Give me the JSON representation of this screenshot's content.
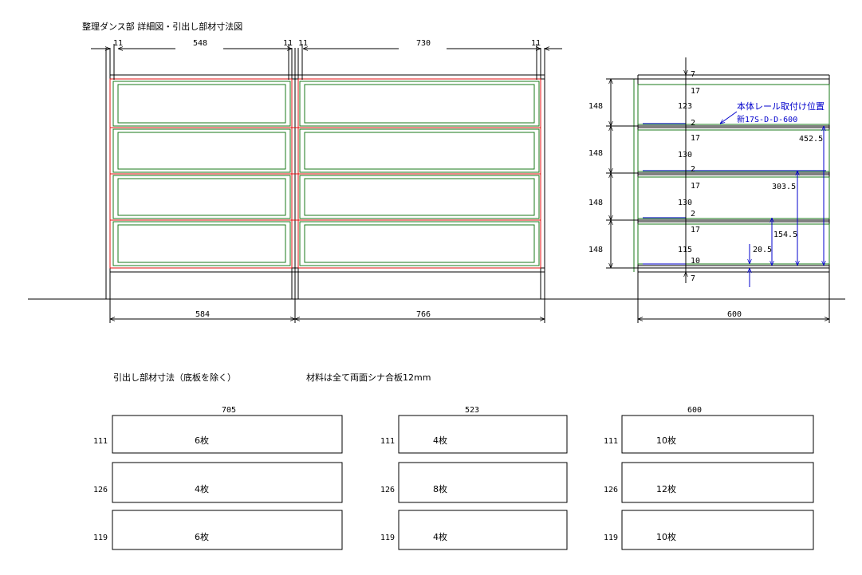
{
  "title": "整理ダンス部 詳細図・引出し部材寸法図",
  "front": {
    "top_dims": [
      "11",
      "548",
      "11",
      "11",
      "730",
      "11"
    ],
    "bottom_dims": [
      "584",
      "766"
    ]
  },
  "side": {
    "left_dims": [
      "148",
      "148",
      "148",
      "148"
    ],
    "center_dims": [
      "7",
      "17",
      "123",
      "2",
      "17",
      "130",
      "2",
      "17",
      "130",
      "2",
      "17",
      "115",
      "10",
      "7"
    ],
    "rail_note_line1": "本体レール取付け位置",
    "rail_note_line2": "新17S-D-D-600",
    "rail_heights": [
      "452.5",
      "303.5",
      "154.5",
      "20.5"
    ],
    "width_dim": "600"
  },
  "parts": {
    "heading": "引出し部材寸法（底板を除く）",
    "material": "材料は全て両面シナ合板12mm",
    "groups": [
      {
        "width": "705",
        "rows": [
          {
            "height": "111",
            "count": "6枚"
          },
          {
            "height": "126",
            "count": "4枚"
          },
          {
            "height": "119",
            "count": "6枚"
          }
        ]
      },
      {
        "width": "523",
        "rows": [
          {
            "height": "111",
            "count": "4枚"
          },
          {
            "height": "126",
            "count": "8枚"
          },
          {
            "height": "119",
            "count": "4枚"
          }
        ]
      },
      {
        "width": "600",
        "rows": [
          {
            "height": "111",
            "count": "10枚"
          },
          {
            "height": "126",
            "count": "12枚"
          },
          {
            "height": "119",
            "count": "10枚"
          }
        ]
      }
    ]
  },
  "colors": {
    "frame": "#e01010",
    "drawer": "#1a7a1a",
    "rail": "#0000cc",
    "line": "#000000"
  }
}
